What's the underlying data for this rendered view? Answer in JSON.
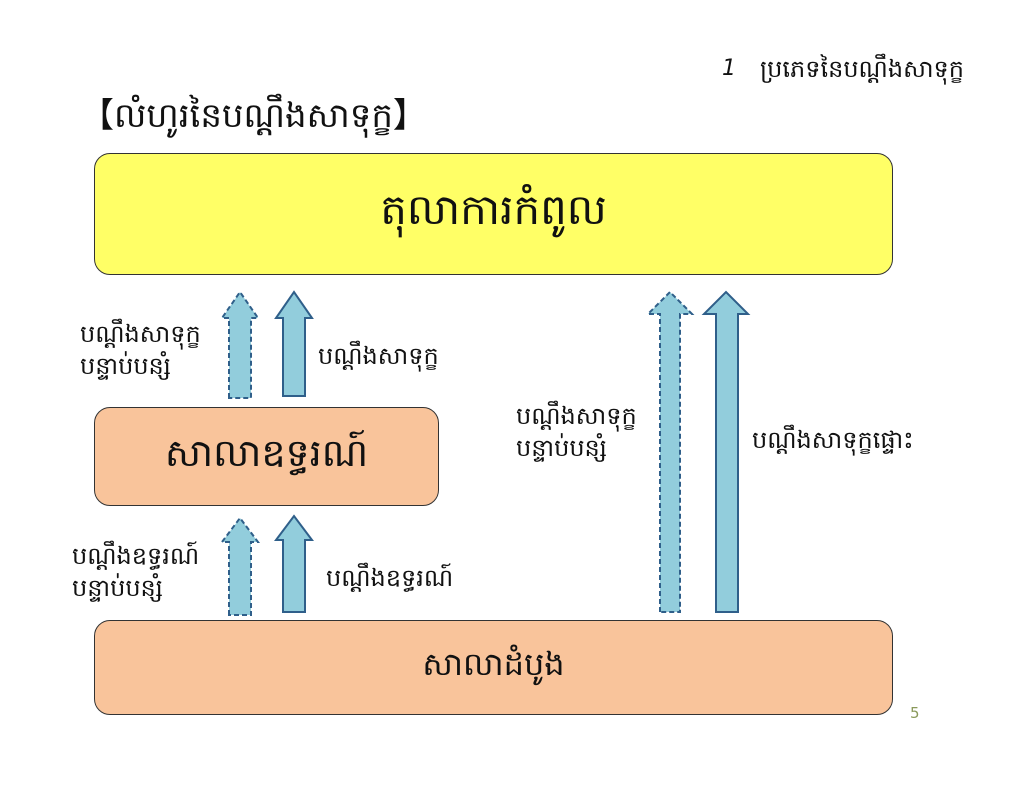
{
  "header": {
    "number": "1",
    "section": "ប្រភេទនៃបណ្ដឹងសាទុក្ខ"
  },
  "title": "【លំហូរនៃបណ្ដឹងសាទុក្ខ】",
  "boxes": {
    "supreme_court": "តុលាការកំពូល",
    "appeal_court": "សាលាឧទ្ធរណ៍",
    "first_instance": "សាលាដំបូង"
  },
  "labels": {
    "upper_left_secondary_1": "បណ្ដឹងសាទុក្ខ",
    "upper_left_secondary_2": "បន្ទាប់បន្សំ",
    "upper_left_main": "បណ្ដឹងសាទុក្ខ",
    "lower_left_secondary_1": "បណ្ដឹងឧទ្ធរណ៍",
    "lower_left_secondary_2": "បន្ទាប់បន្សំ",
    "lower_left_main": "បណ្ដឹងឧទ្ធរណ៍",
    "right_secondary_1": "បណ្ដឹងសាទុក្ខ",
    "right_secondary_2": "បន្ទាប់បន្សំ",
    "right_main": "បណ្ដឹងសាទុក្ខផ្ទោះ"
  },
  "page_number": "5",
  "colors": {
    "yellow": "#ffff66",
    "orange": "#f9c49b",
    "arrow_fill": "#92cddc",
    "arrow_stroke": "#2f5f8a"
  }
}
